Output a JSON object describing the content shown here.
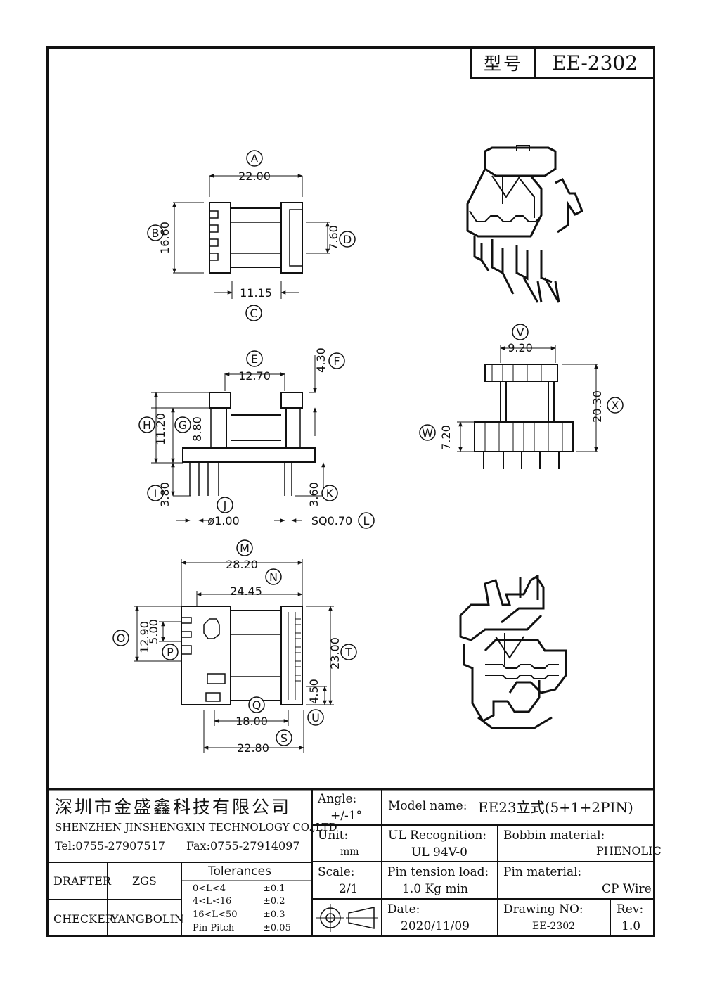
{
  "header": {
    "type_label": "型号",
    "part_number": "EE-2302"
  },
  "views": {
    "top": {
      "A_letter": "A",
      "A": "22.00",
      "B_letter": "B",
      "B": "16.60",
      "C_letter": "C",
      "C": "11.15",
      "D_letter": "D",
      "D": "7.60"
    },
    "side": {
      "E_letter": "E",
      "E": "12.70",
      "F_letter": "F",
      "F": "4.30",
      "G_letter": "G",
      "G": "8.80",
      "H_letter": "H",
      "H": "11.20",
      "I_letter": "I",
      "I": "3.80",
      "J_letter": "J",
      "J": "ø1.00",
      "K_letter": "K",
      "K": "3.60",
      "L_letter": "L",
      "L": "SQ0.70"
    },
    "front": {
      "V_letter": "V",
      "V": "9.20",
      "W_letter": "W",
      "W": "7.20",
      "X_letter": "X",
      "X": "20.30"
    },
    "bottom": {
      "M_letter": "M",
      "M": "28.20",
      "N_letter": "N",
      "N": "24.45",
      "O_letter": "O",
      "O": "12.90",
      "P_letter": "P",
      "P": "5.00",
      "Q_letter": "Q",
      "Q": "18.00",
      "S_letter": "S",
      "S": "22.80",
      "T_letter": "T",
      "T": "23.00",
      "U_letter": "U",
      "U": "4.50"
    }
  },
  "title_block": {
    "company_cn": "深圳市金盛鑫科技有限公司",
    "company_en": "SHENZHEN JINSHENGXIN TECHNOLOGY CO.,LTD",
    "tel": "Tel:0755-27907517",
    "fax": "Fax:0755-27914097",
    "angle_label": "Angle:",
    "angle_value": "+/-1°",
    "model_label": "Model name:",
    "model_value": "EE23立式(5+1+2PIN)",
    "unit_label": "Unit:",
    "unit_value": "mm",
    "ul_label": "UL Recognition:",
    "ul_value": "UL 94V-0",
    "bobbin_label": "Bobbin material:",
    "bobbin_value": "PHENOLIC",
    "drafter_label": "DRAFTER",
    "drafter_value": "ZGS",
    "checker_label": "CHECKER",
    "checker_value": "YANGBOLIN",
    "tolerances_title": "Tolerances",
    "tolerances": [
      {
        "range": "0<L<4",
        "value": "±0.1"
      },
      {
        "range": "4<L<16",
        "value": "±0.2"
      },
      {
        "range": "16<L<50",
        "value": "±0.3"
      },
      {
        "range": "Pin Pitch",
        "value": "±0.05"
      }
    ],
    "scale_label": "Scale:",
    "scale_value": "2/1",
    "pin_tension_label": "Pin tension load:",
    "pin_tension_value": "1.0 Kg min",
    "pin_material_label": "Pin material:",
    "pin_material_value": "CP Wire",
    "date_label": "Date:",
    "date_value": "2020/11/09",
    "drawing_no_label": "Drawing NO:",
    "drawing_no_value": "EE-2302",
    "rev_label": "Rev:",
    "rev_value": "1.0"
  }
}
